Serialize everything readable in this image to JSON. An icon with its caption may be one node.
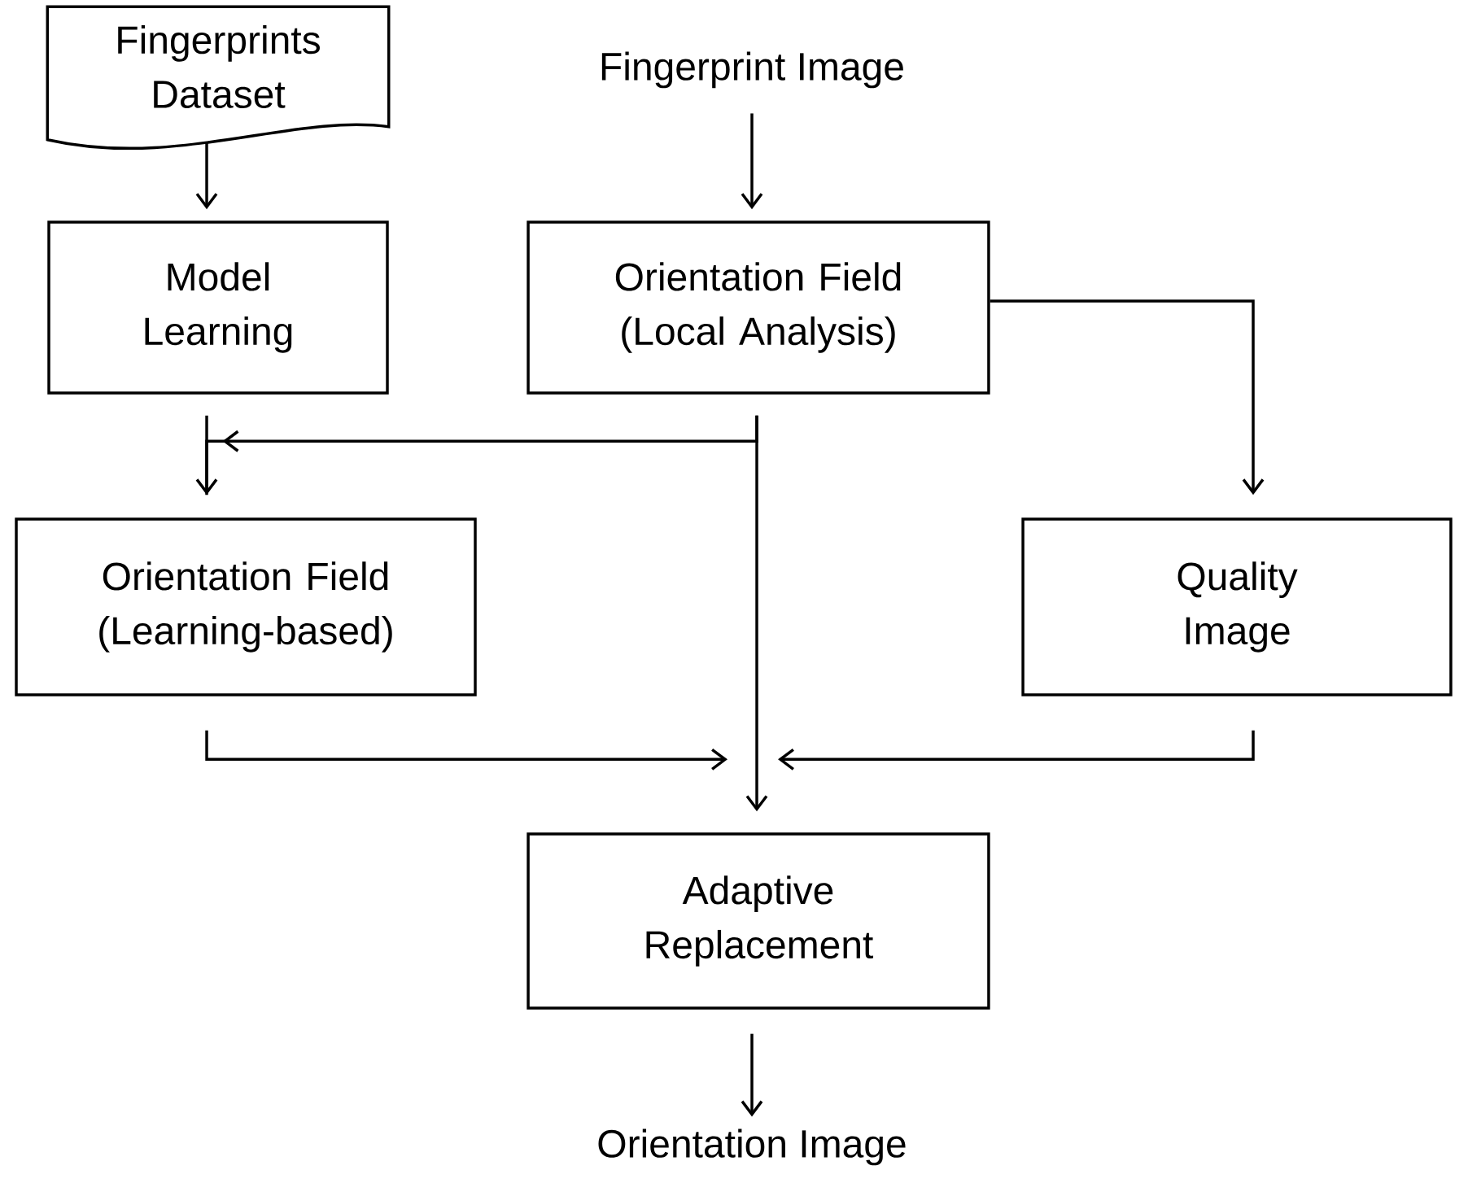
{
  "diagram": {
    "nodes": [
      {
        "text": [
          "Fingerprints Dataset"
        ]
      },
      {
        "text": [
          "Fingerprint Image"
        ]
      },
      {
        "text": [
          "Model Learning"
        ]
      },
      {
        "text": [
          "Orientation Field (Local Analysis)"
        ]
      },
      {
        "text": [
          "Orientation Field (Learning-based)"
        ]
      },
      {
        "text": [
          "Quality Image"
        ]
      },
      {
        "text": [
          "Adaptive Replacement"
        ]
      },
      {
        "text": [
          "Orientation Image"
        ]
      }
    ],
    "edges": [
      {
        "from": 0,
        "to": 2,
        "arrow": "to"
      },
      {
        "from": 1,
        "to": 3,
        "arrow": "to"
      },
      {
        "from": 2,
        "to": 4,
        "arrow": "to"
      },
      {
        "from": 3,
        "to": 4,
        "arrow": "to"
      },
      {
        "from": 3,
        "to": 6,
        "arrow": "to"
      },
      {
        "from": 3,
        "to": 5,
        "arrow": "to"
      },
      {
        "from": 4,
        "to": 6,
        "arrow": "to"
      },
      {
        "from": 5,
        "to": 6,
        "arrow": "to"
      },
      {
        "from": 6,
        "to": 7,
        "arrow": "to"
      }
    ]
  }
}
